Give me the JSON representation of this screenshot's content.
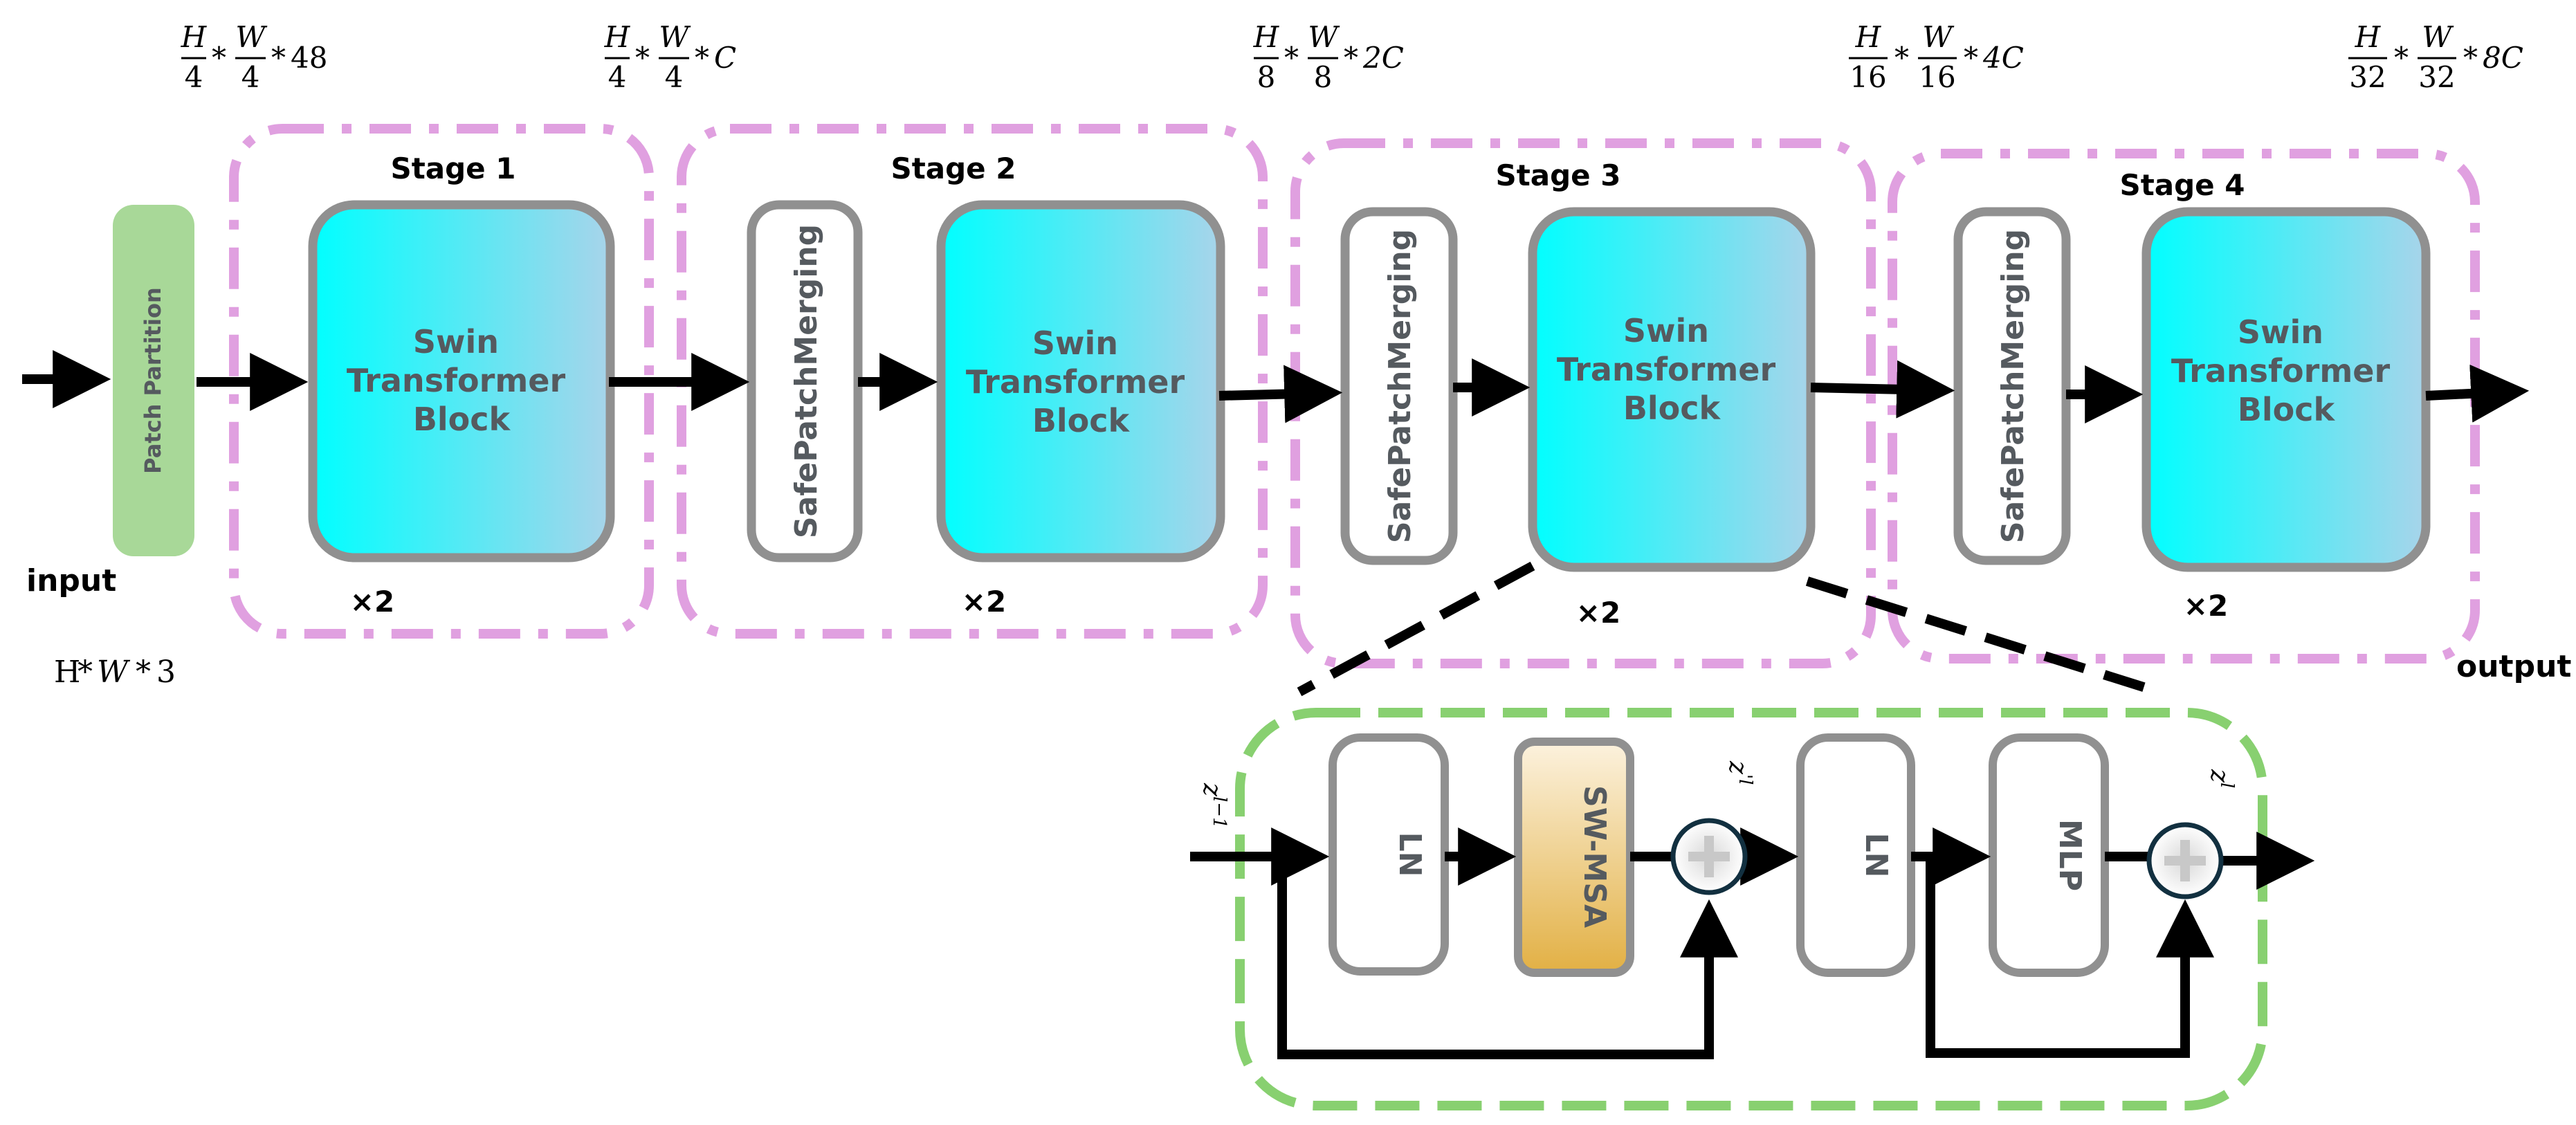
{
  "diagram": {
    "input_label": "input",
    "output_label": "output",
    "input_dims": {
      "h": "H",
      "w": "W",
      "c": "3"
    },
    "patch_partition": "Patch Partition",
    "swin_block": [
      "Swin",
      "Transformer",
      "Block"
    ],
    "merging_label": "SafePatchMerging",
    "repeat": "×2",
    "stages": [
      {
        "title": "Stage 1"
      },
      {
        "title": "Stage 2"
      },
      {
        "title": "Stage 3"
      },
      {
        "title": "Stage 4"
      }
    ],
    "dims": [
      {
        "h_div": "4",
        "w_div": "4",
        "channels": "48"
      },
      {
        "h_div": "4",
        "w_div": "4",
        "channels": "C"
      },
      {
        "h_div": "8",
        "w_div": "8",
        "channels": "2C"
      },
      {
        "h_div": "16",
        "w_div": "16",
        "channels": "4C"
      },
      {
        "h_div": "32",
        "w_div": "32",
        "channels": "8C"
      }
    ],
    "detail": {
      "ln_label": "LN",
      "attention_label": "SW-MSA",
      "mlp_label": "MLP",
      "input_var": {
        "base": "z",
        "sup": "l−1"
      },
      "mid_var": {
        "base": "z",
        "sup": "'l"
      },
      "out_var": {
        "base": "z",
        "sup": "l"
      }
    }
  },
  "colors": {
    "stage_border": "#e0a0e0",
    "detail_border": "#88d070",
    "patch_fill": "#a8d898",
    "box_border": "#909090",
    "swin_grad_start": "#00ffff",
    "swin_grad_end": "#a0d0e8",
    "msa_grad_start": "#fbefd8",
    "msa_grad_end": "#e0b040",
    "circle_border": "#123040"
  }
}
